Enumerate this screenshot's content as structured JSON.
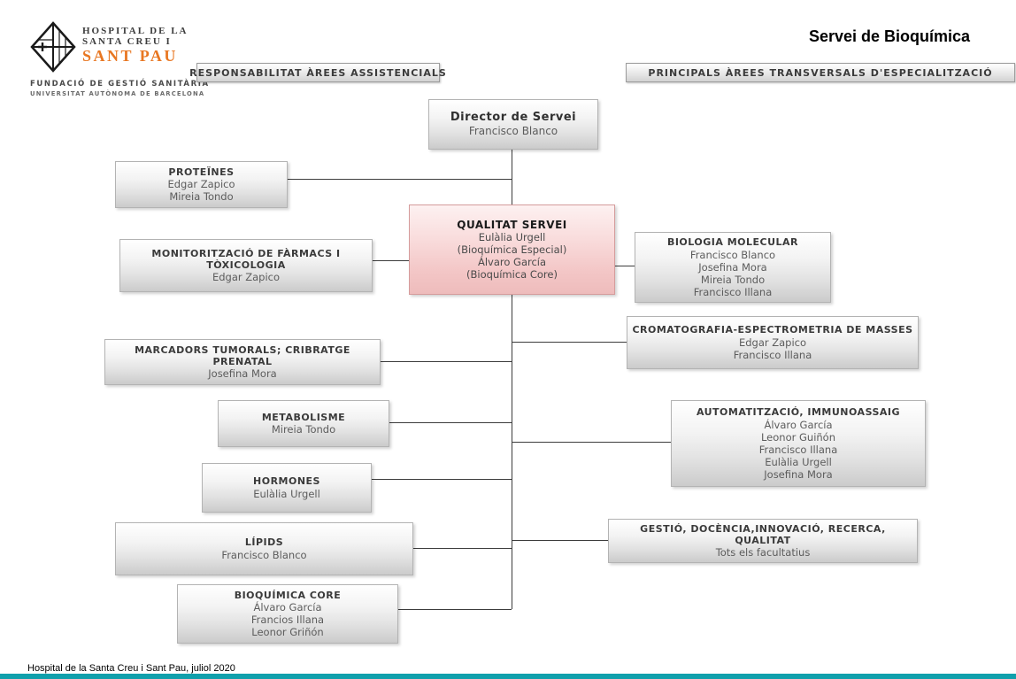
{
  "header": {
    "logo": {
      "line1": "HOSPITAL DE LA",
      "line2": "SANTA CREU I",
      "line3": "SANT PAU",
      "sub1": "FUNDACIÓ DE GESTIÓ SANITÀRIA",
      "sub2": "UNIVERSITAT AUTÒNOMA DE BARCELONA"
    },
    "title": "Servei de Bioquímica",
    "left_banner": "RESPONSABILITAT ÀREES ASSISTENCIALS",
    "right_banner": "PRINCIPALS ÀREES TRANSVERSALS D'ESPECIALITZACIÓ"
  },
  "boxes": {
    "director": {
      "title": "Director de Servei",
      "names": [
        "Francisco Blanco"
      ]
    },
    "proteines": {
      "title": "PROTEÏNES",
      "names": [
        "Edgar Zapico",
        "Mireia Tondo"
      ]
    },
    "monitoritzacio": {
      "title": "MONITORITZACIÓ DE FÀRMACS I TÒXICOLOGIA",
      "names": [
        "Edgar Zapico"
      ]
    },
    "qualitat": {
      "title": "QUALITAT SERVEI",
      "names": [
        "Eulàlia Urgell",
        "(Bioquímica Especial)",
        "Álvaro García",
        "(Bioquímica Core)"
      ]
    },
    "biologia": {
      "title": "BIOLOGIA MOLECULAR",
      "names": [
        "Francisco Blanco",
        "Josefina Mora",
        "Mireia Tondo",
        "Francisco Illana"
      ]
    },
    "cromatografia": {
      "title": "CROMATOGRAFIA-ESPECTROMETRIA DE MASSES",
      "names": [
        "Edgar Zapico",
        "Francisco Illana"
      ]
    },
    "marcadors": {
      "title": "MARCADORS TUMORALS; CRIBRATGE PRENATAL",
      "names": [
        "Josefina Mora"
      ]
    },
    "metabolisme": {
      "title": "METABOLISME",
      "names": [
        "Mireia Tondo"
      ]
    },
    "automatitzacio": {
      "title": "AUTOMATITZACIÓ, IMMUNOASSAIG",
      "names": [
        "Álvaro García",
        "Leonor Guiñón",
        "Francisco Illana",
        "Eulàlia Urgell",
        "Josefina Mora"
      ]
    },
    "hormones": {
      "title": "HORMONES",
      "names": [
        "Eulàlia Urgell"
      ]
    },
    "lipids": {
      "title": "LÍPIDS",
      "names": [
        "Francisco Blanco"
      ]
    },
    "gestio": {
      "title": "GESTIÓ, DOCÈNCIA,INNOVACIÓ, RECERCA, QUALITAT",
      "names": [
        "Tots els facultatius"
      ]
    },
    "core": {
      "title": "BIOQUÍMICA CORE",
      "names": [
        "Álvaro García",
        "Francios Illana",
        "Leonor Griñón"
      ]
    }
  },
  "footer": {
    "caption": "Hospital de la Santa Creu i Sant Pau, juliol 2020"
  },
  "colors": {
    "logo_orange": "#e87722",
    "highlight_pink": "#f3c6c6",
    "footer_bar_teal": "#10a0ac"
  }
}
